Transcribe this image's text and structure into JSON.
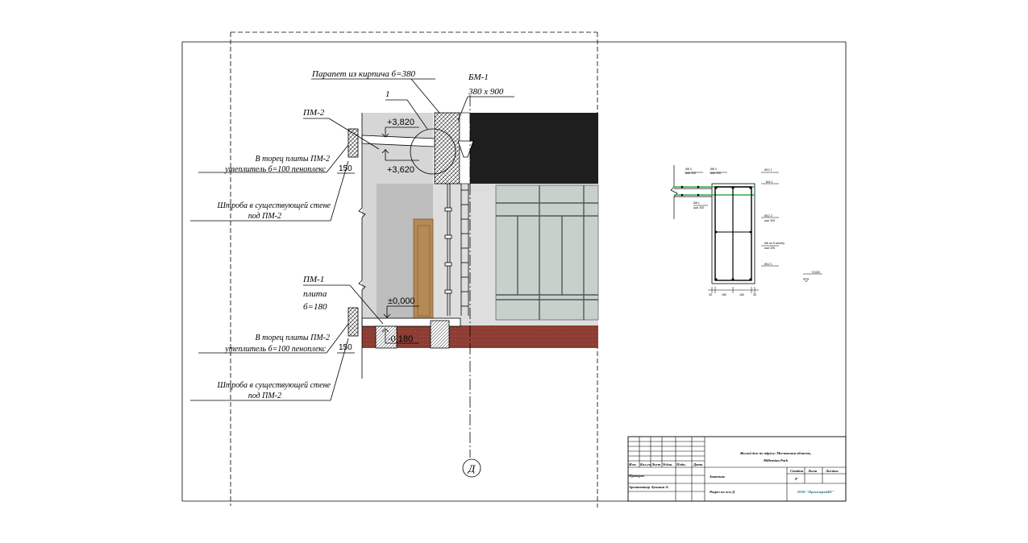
{
  "callouts": {
    "parapet": "Парапет из кирпича б=380",
    "bm1_mark": "БМ-1",
    "bm1_size": "380 х 900",
    "node_number": "1",
    "pm2_mark": "ПМ-2",
    "insul_top_1": "В торец плиты ПМ-2",
    "insul_top_2": "утеплитель б=100 пеноплекс",
    "chase_top_1": "Штроба в существующей стене",
    "chase_top_2": "под ПМ-2",
    "pm1_mark": "ПМ-1",
    "pm1_type": "плита",
    "pm1_thick": "б=180",
    "insul_bot_1": "В торец плиты ПМ-2",
    "insul_bot_2": "утеплитель б=100 пеноплекс",
    "chase_bot_1": "Штроба в существующей стене",
    "chase_bot_2": "под ПМ-2"
  },
  "elevations": {
    "top_of_parapet": "+3,820",
    "slab_bottom": "+3,620",
    "zero": "±0,000",
    "below_zero": "-0,180"
  },
  "dimensions": {
    "slab_bearing_top": "150",
    "slab_bearing_bot": "150"
  },
  "axis": {
    "label": "Д"
  },
  "section_detail": {
    "marks_left": [
      "Ø8 3",
      "шаг 200",
      "Ø8 3",
      "шаг 200",
      "Ø8 1",
      "шаг 200"
    ],
    "marks_right": [
      "Ø12 1",
      "БМ-1",
      "Ø12 2",
      "шаг 200",
      "Ø8 по 5 сечену",
      "шаг 200",
      "Ø12 1"
    ],
    "dims_bottom": [
      "30",
      "160",
      "160",
      "30"
    ],
    "level_mark": "+3,620"
  },
  "title_block": {
    "project_1": "Жилой дом по адресу: Московская область,",
    "project_2": "Millenium Park",
    "sheet_name": "Разрез по оси Д",
    "stage_label": "Стадия",
    "sheet_label": "Лист",
    "sheets_label": "Листов",
    "stage_value": "Р",
    "customer": "Заказчик:",
    "company": "ООО \"ПромстройКГ\"",
    "col_headers": [
      "Изм.",
      "Кол.уч",
      "Лист",
      "№док.",
      "Подп.",
      "Дата"
    ],
    "row_checked": "Проверил",
    "row_author": "Архитектор",
    "row_author_name": "Бушина А."
  },
  "colors": {
    "line": "#000000",
    "roof": "#1e1e1e",
    "glass": "#c7d1cc",
    "wall_light": "#d6d6d6",
    "wall_mid": "#bdbdbd",
    "brick": "#8b3a30",
    "door": "#b58a55",
    "rebar": "#2fae49",
    "company_text": "#1a6b7a"
  }
}
